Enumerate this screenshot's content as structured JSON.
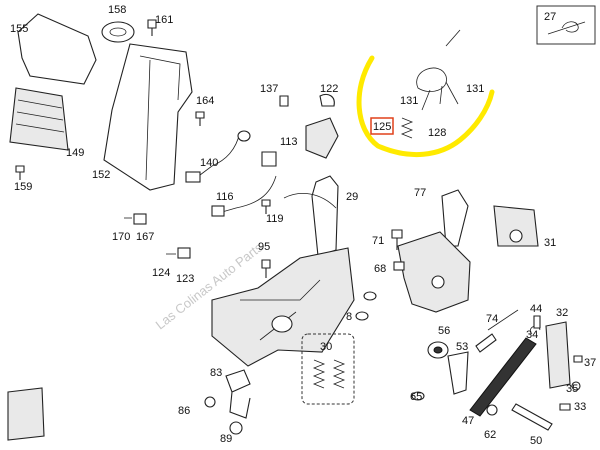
{
  "labels": {
    "l155": "155",
    "l158": "158",
    "l161": "161",
    "l149": "149",
    "l159": "159",
    "l152": "152",
    "l164": "164",
    "l137": "137",
    "l122": "122",
    "l113": "113",
    "l140": "140",
    "l116": "116",
    "l119": "119",
    "l170": "170",
    "l167": "167",
    "l124": "124",
    "l123": "123",
    "l29": "29",
    "l95": "95",
    "l30": "30",
    "l83": "83",
    "l86": "86",
    "l89": "89",
    "l131a": "131",
    "l131b": "131",
    "l125": "125",
    "l128": "128",
    "l27": "27",
    "l77": "77",
    "l71": "71",
    "l31": "31",
    "l68": "68",
    "l8": "8",
    "l74": "74",
    "l44": "44",
    "l32": "32",
    "l56": "56",
    "l53": "53",
    "l34": "34",
    "l37": "37",
    "l35": "35",
    "l65": "65",
    "l33": "33",
    "l47": "47",
    "l62": "62",
    "l50": "50"
  },
  "watermark": "Las Colinas Auto Parts",
  "colors": {
    "highlight": "#ffea00",
    "callout_box": "#e0401a"
  }
}
